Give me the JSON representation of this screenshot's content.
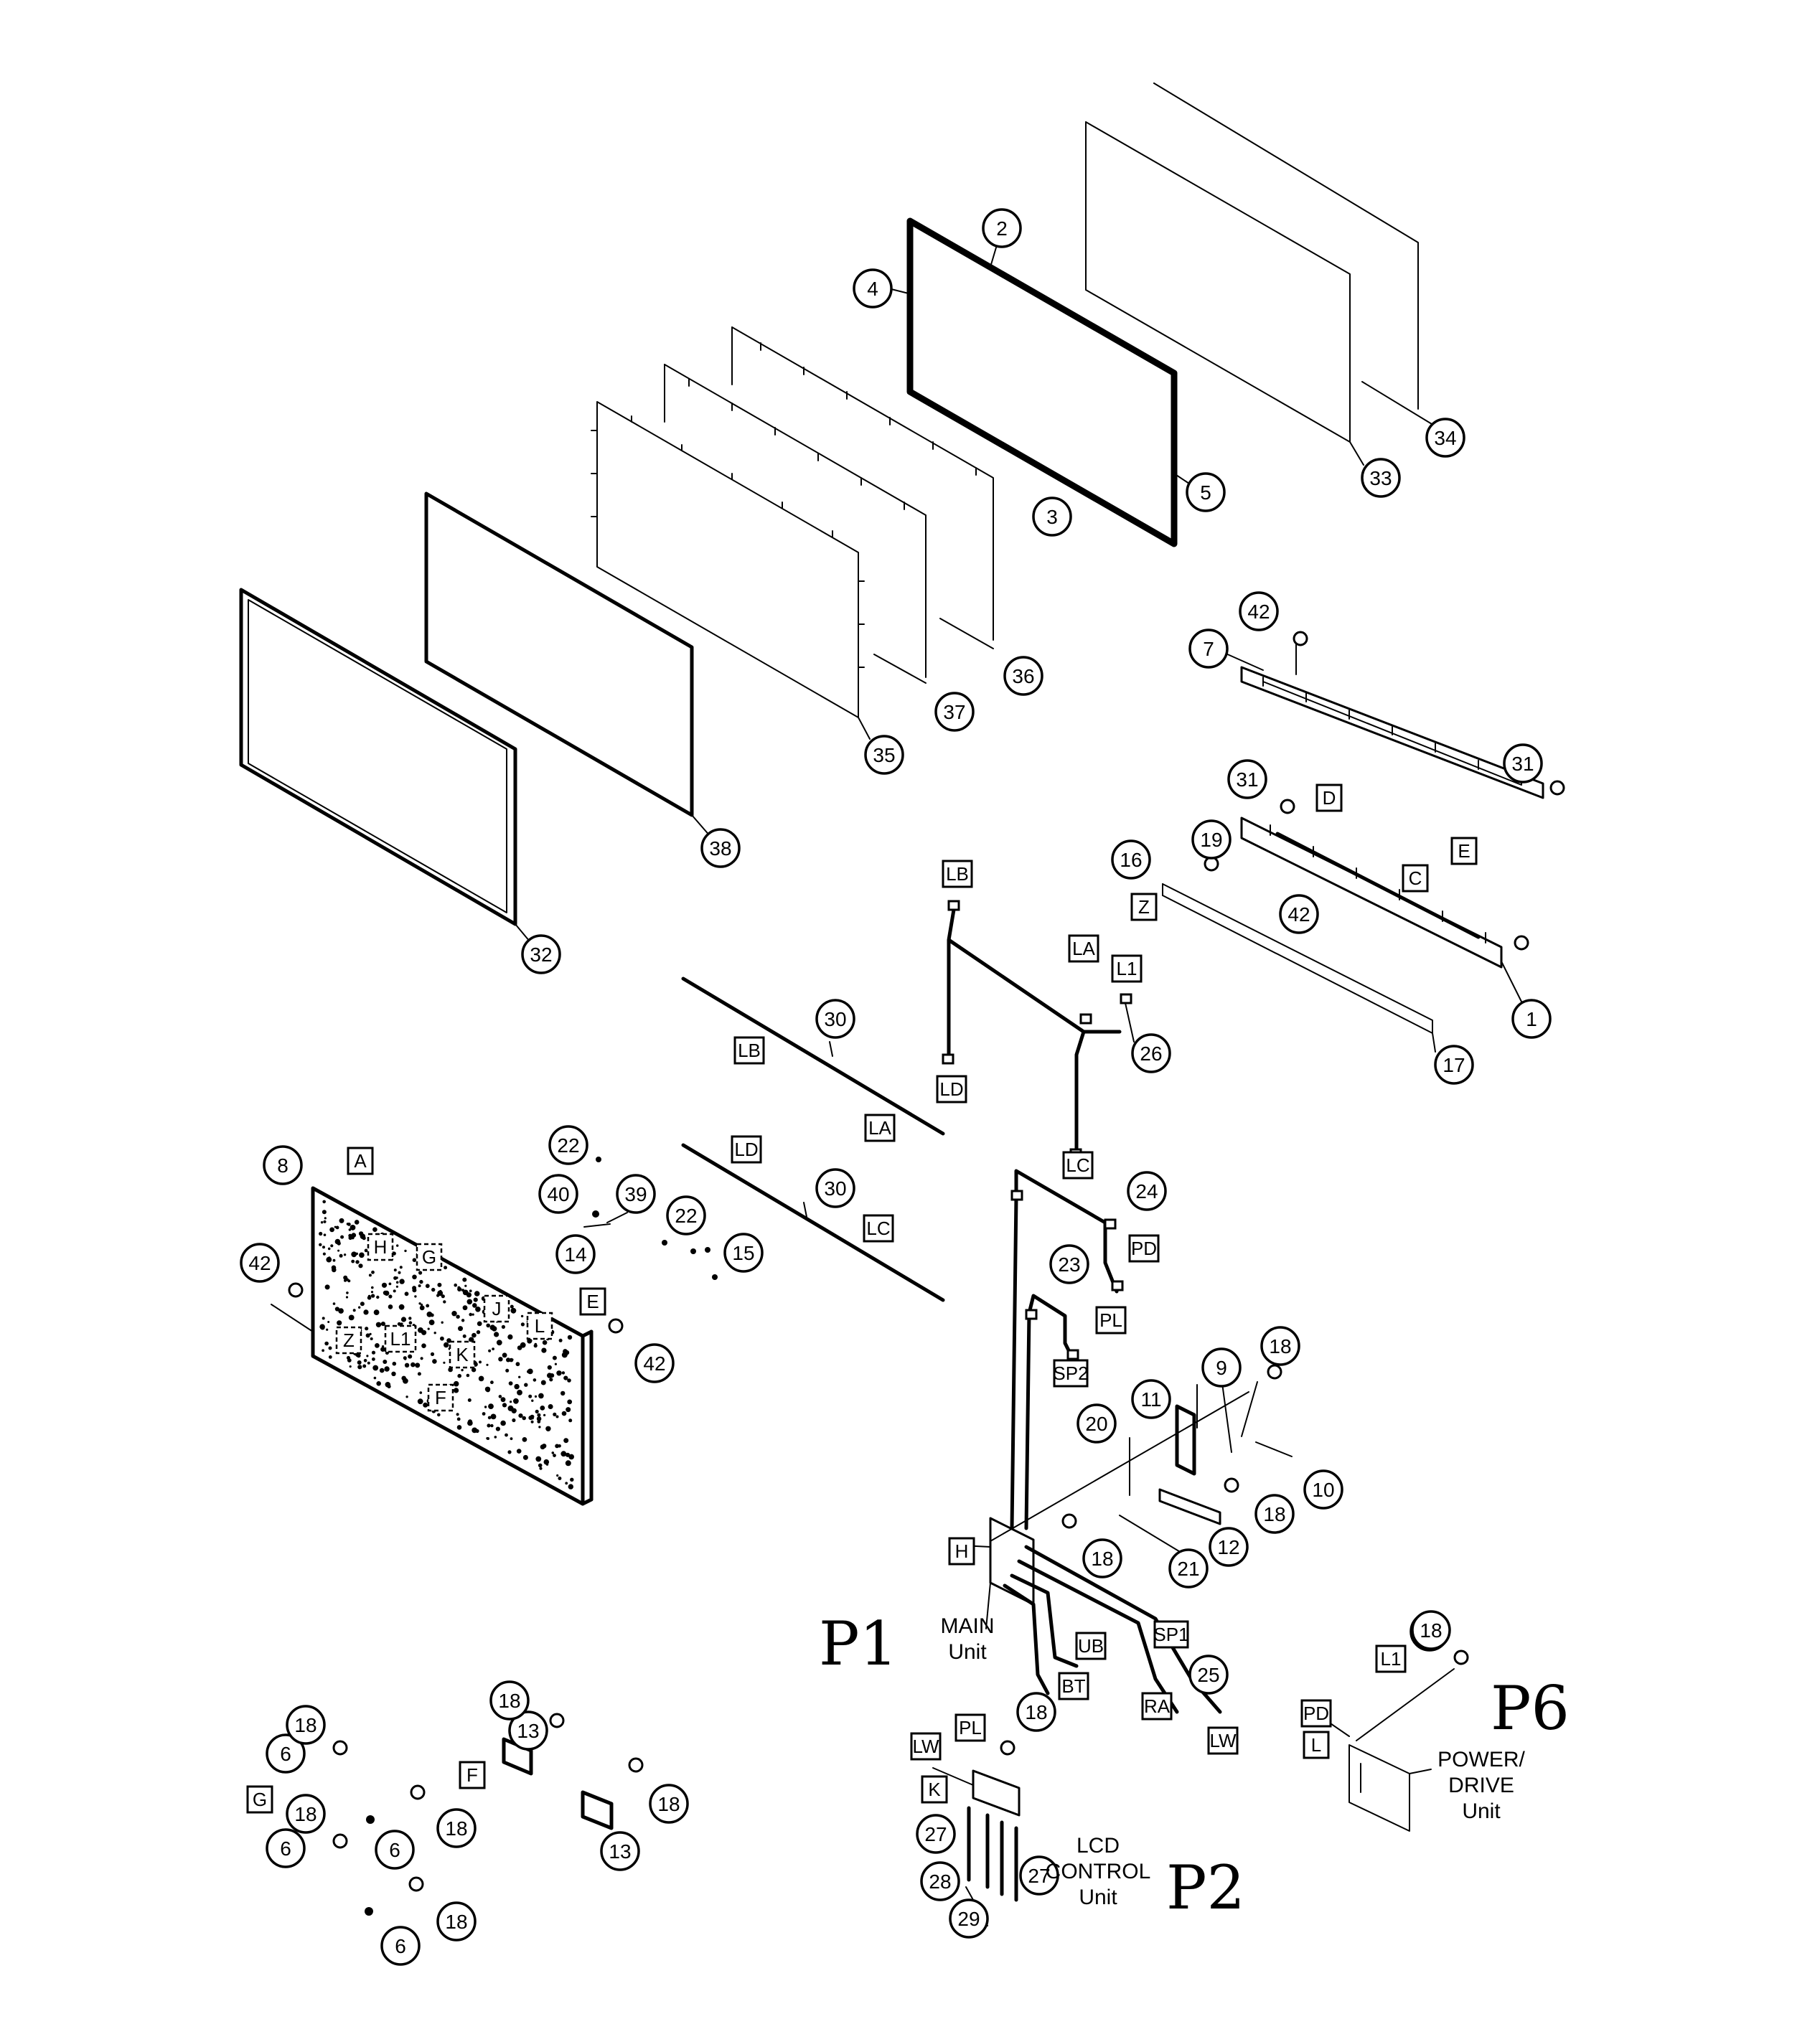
{
  "callouts": [
    {
      "text": "1"
    },
    {
      "text": "2"
    },
    {
      "text": "3"
    },
    {
      "text": "4"
    },
    {
      "text": "5"
    },
    {
      "text": "6"
    },
    {
      "text": "6"
    },
    {
      "text": "6"
    },
    {
      "text": "6"
    },
    {
      "text": "7"
    },
    {
      "text": "8"
    },
    {
      "text": "9"
    },
    {
      "text": "10"
    },
    {
      "text": "11"
    },
    {
      "text": "12"
    },
    {
      "text": "13"
    },
    {
      "text": "13"
    },
    {
      "text": "14"
    },
    {
      "text": "15"
    },
    {
      "text": "16"
    },
    {
      "text": "17"
    },
    {
      "text": "18"
    },
    {
      "text": "18"
    },
    {
      "text": "18"
    },
    {
      "text": "18"
    },
    {
      "text": "18"
    },
    {
      "text": "18"
    },
    {
      "text": "18"
    },
    {
      "text": "18"
    },
    {
      "text": "18"
    },
    {
      "text": "18"
    },
    {
      "text": "18"
    },
    {
      "text": "18"
    },
    {
      "text": "19"
    },
    {
      "text": "20"
    },
    {
      "text": "21"
    },
    {
      "text": "22"
    },
    {
      "text": "22"
    },
    {
      "text": "23"
    },
    {
      "text": "24"
    },
    {
      "text": "25"
    },
    {
      "text": "26"
    },
    {
      "text": "27"
    },
    {
      "text": "27"
    },
    {
      "text": "28"
    },
    {
      "text": "29"
    },
    {
      "text": "30"
    },
    {
      "text": "30"
    },
    {
      "text": "31"
    },
    {
      "text": "31"
    },
    {
      "text": "32"
    },
    {
      "text": "33"
    },
    {
      "text": "34"
    },
    {
      "text": "35"
    },
    {
      "text": "36"
    },
    {
      "text": "37"
    },
    {
      "text": "38"
    },
    {
      "text": "39"
    },
    {
      "text": "40"
    },
    {
      "text": "42"
    },
    {
      "text": "42"
    },
    {
      "text": "42"
    },
    {
      "text": "42"
    }
  ],
  "tags": [
    {
      "text": "A"
    },
    {
      "text": "C"
    },
    {
      "text": "D"
    },
    {
      "text": "E"
    },
    {
      "text": "E"
    },
    {
      "text": "F"
    },
    {
      "text": "G"
    },
    {
      "text": "H"
    },
    {
      "text": "K"
    },
    {
      "text": "L"
    },
    {
      "text": "LB"
    },
    {
      "text": "LA"
    },
    {
      "text": "L1"
    },
    {
      "text": "LD"
    },
    {
      "text": "LC"
    },
    {
      "text": "LB"
    },
    {
      "text": "LA"
    },
    {
      "text": "LD"
    },
    {
      "text": "LC"
    },
    {
      "text": "PD"
    },
    {
      "text": "PL"
    },
    {
      "text": "SP2"
    },
    {
      "text": "SP1"
    },
    {
      "text": "UB"
    },
    {
      "text": "BT"
    },
    {
      "text": "RA"
    },
    {
      "text": "LW"
    },
    {
      "text": "LW"
    },
    {
      "text": "PL"
    },
    {
      "text": "L1"
    },
    {
      "text": "PD"
    },
    {
      "text": "Z"
    }
  ],
  "board_labels": [
    {
      "text": "H"
    },
    {
      "text": "G"
    },
    {
      "text": "J"
    },
    {
      "text": "L"
    },
    {
      "text": "Z"
    },
    {
      "text": "L1"
    },
    {
      "text": "K"
    },
    {
      "text": "F"
    }
  ],
  "units": {
    "main": {
      "line1": "MAIN",
      "line2": "Unit",
      "page": "P1"
    },
    "lcd": {
      "line1": "LCD",
      "line2": "CONTROL",
      "line3": "Unit",
      "page": "P2"
    },
    "power": {
      "line1": "POWER/",
      "line2": "DRIVE",
      "line3": "Unit",
      "page": "P6"
    }
  }
}
